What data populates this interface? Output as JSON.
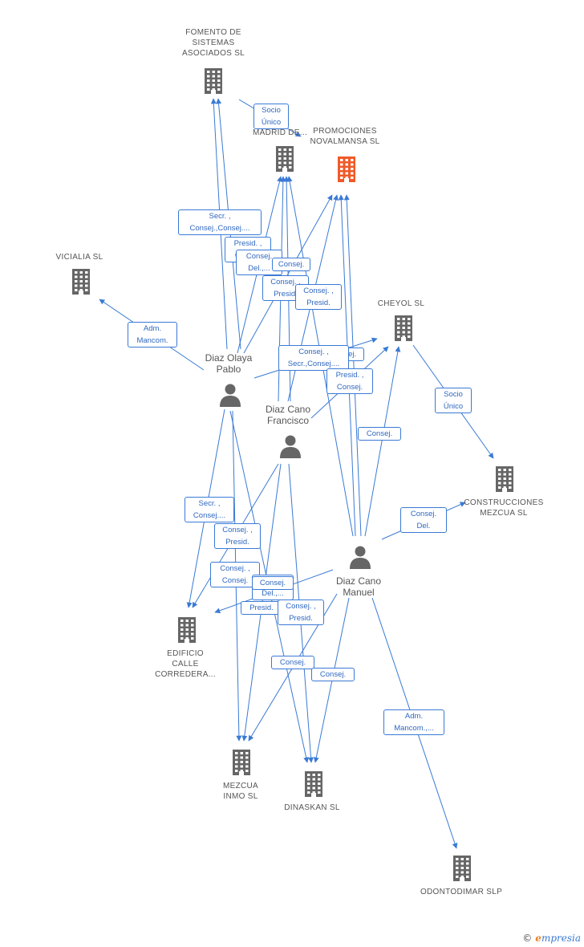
{
  "colors": {
    "edge": "#3a7ad5",
    "building": "#666666",
    "building_focus": "#f05a28",
    "person": "#666666"
  },
  "nodes": {
    "fomento": {
      "label": "FOMENTO DE\nSISTEMAS\nASOCIADOS SL",
      "icon": "building-icon"
    },
    "madrid": {
      "label": "CIO\nA DE\nMADRID DE...",
      "icon": "building-icon"
    },
    "promociones": {
      "label": "PROMOCIONES\nNOVALMANSA SL",
      "icon": "building-icon"
    },
    "vicialia": {
      "label": "VICIALIA SL",
      "icon": "building-icon"
    },
    "cheyol": {
      "label": "CHEYOL SL",
      "icon": "building-icon"
    },
    "construcciones": {
      "label": "CONSTRUCCIONES\nMEZCUA SL",
      "icon": "building-icon"
    },
    "edificio": {
      "label": "EDIFICIO\nCALLE\nCORREDERA...",
      "icon": "building-icon"
    },
    "mezcua": {
      "label": "MEZCUA\nINMO SL",
      "icon": "building-icon"
    },
    "dinaskan": {
      "label": "DINASKAN SL",
      "icon": "building-icon"
    },
    "odontodimar": {
      "label": "ODONTODIMAR SLP",
      "icon": "building-icon"
    },
    "pablo": {
      "label": "Diaz Olaya\nPablo",
      "icon": "person-icon"
    },
    "francisco": {
      "label": "Diaz Cano\nFrancisco",
      "icon": "person-icon"
    },
    "manuel": {
      "label": "Diaz Cano\nManuel",
      "icon": "person-icon"
    }
  },
  "edge_labels": [
    "Socio\nÚnico",
    "Secr. ,\nConsej.,Consej....",
    "Presid. ,\nConsej.",
    "Consej.\nDel.,...",
    "Consej.",
    "Consej. ,\nPresid.",
    "Consej. ,\nPresid.",
    "Adm.\nMancom.",
    "Consej.",
    "Consej. ,\nSecr.,Consej....",
    "Presid. ,\nConsej.",
    "Socio\nÚnico",
    "Consej.",
    "Consej.\nDel.",
    "Secr. ,\nConsej....",
    "Consej. ,\nPresid.",
    "Consej. ,\nConsej.",
    "Consej.\nDel.,...",
    "Consej.",
    "Presid.",
    "Consej. ,\nPresid.",
    "Consej.",
    "Consej.",
    "Adm.\nMancom.,..."
  ],
  "copyright": {
    "symbol": "©",
    "brand_first": "e",
    "brand_rest": "mpresia"
  }
}
